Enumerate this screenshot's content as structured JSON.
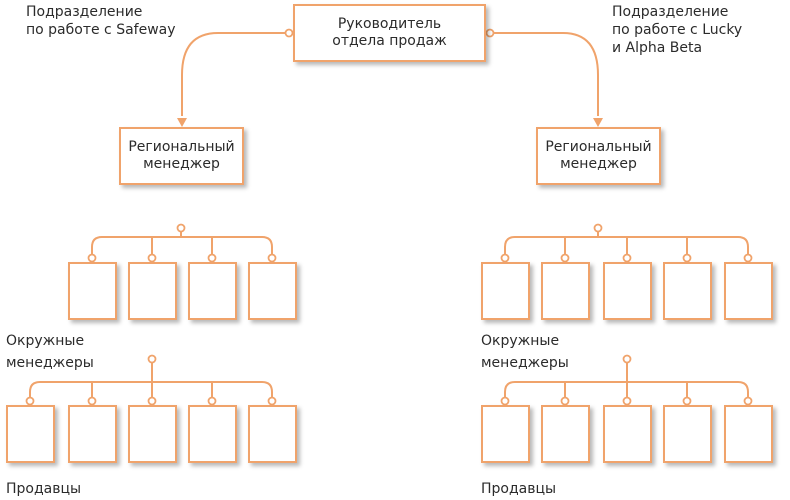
{
  "colors": {
    "accent": "#f0a36b",
    "text": "#2b2b2b",
    "background": "#ffffff"
  },
  "top_box": {
    "text": "Руководитель\nотдела продаж"
  },
  "left_division": {
    "caption": "Подразделение\nпо работе с Safeway",
    "regional_manager": "Региональный\nменеджер",
    "district_managers_label": "Окружные\nменеджеры",
    "district_manager_count": 4,
    "salespeople_label": "Продавцы",
    "salespeople_count": 5
  },
  "right_division": {
    "caption": "Подразделение\nпо работе с Lucky\nи Alpha Beta",
    "regional_manager": "Региональный\nменеджер",
    "district_managers_label": "Окружные\nменеджеры",
    "district_manager_count": 5,
    "salespeople_label": "Продавцы",
    "salespeople_count": 5
  }
}
